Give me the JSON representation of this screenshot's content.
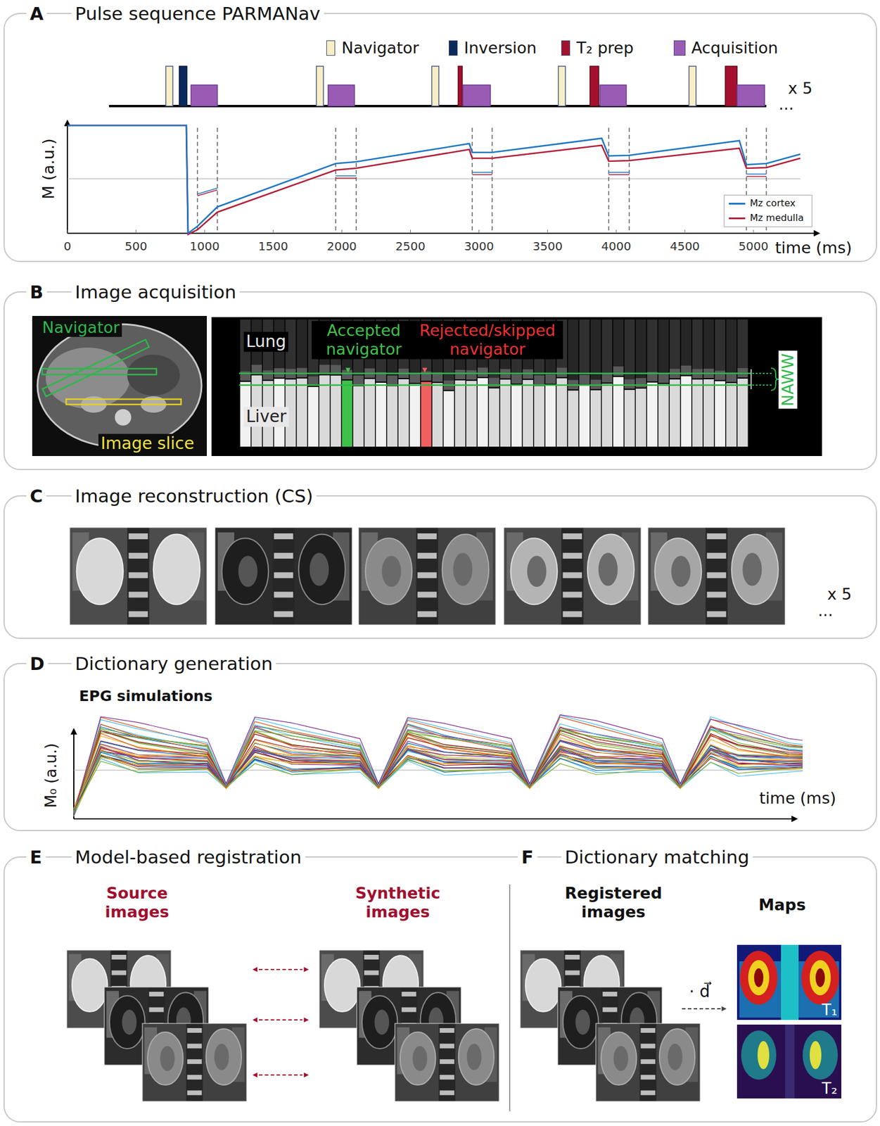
{
  "diagram": {
    "nodes": [
      {
        "text": [
          "A",
          "Pulse sequence PARMANav"
        ]
      },
      {
        "text": [
          "B",
          "Image acquisition"
        ]
      },
      {
        "text": [
          "C",
          "Image reconstruction (CS)"
        ]
      },
      {
        "text": [
          "D",
          "Dictionary generation"
        ]
      },
      {
        "text": [
          "E",
          "Model-based registration",
          "F",
          "Dictionary matching"
        ]
      }
    ],
    "labels": [
      "x 5",
      "...",
      "0",
      "500",
      "1000",
      "1500",
      "2000",
      "2500",
      "3000",
      "3500",
      "4000",
      "4500",
      "5000",
      "time (ms)",
      "M (a.u.)",
      "Navigator",
      "Image slice",
      "Lung",
      "Accepted navigator",
      "Rejected/skipped navigator",
      "Liver",
      "NAWW",
      "x 5",
      "...",
      "EPG simulations",
      "M₀ (a.u.)",
      "time (ms)",
      "Source images",
      "Synthetic images",
      "Registered images",
      "Maps",
      "· d⃗",
      "T₁",
      "T₂"
    ],
    "legend": [
      {
        "text": "Navigator",
        "color": "#f8efc6"
      },
      {
        "text": "Inversion",
        "color": "#0b2a5e"
      },
      {
        "text": "T₂ prep",
        "color": "#a3112e"
      },
      {
        "text": "Acquisition",
        "color": "#9a5bb5"
      },
      {
        "text": "Mz cortex"
      },
      {
        "text": "Mz medulla"
      }
    ]
  }
}
